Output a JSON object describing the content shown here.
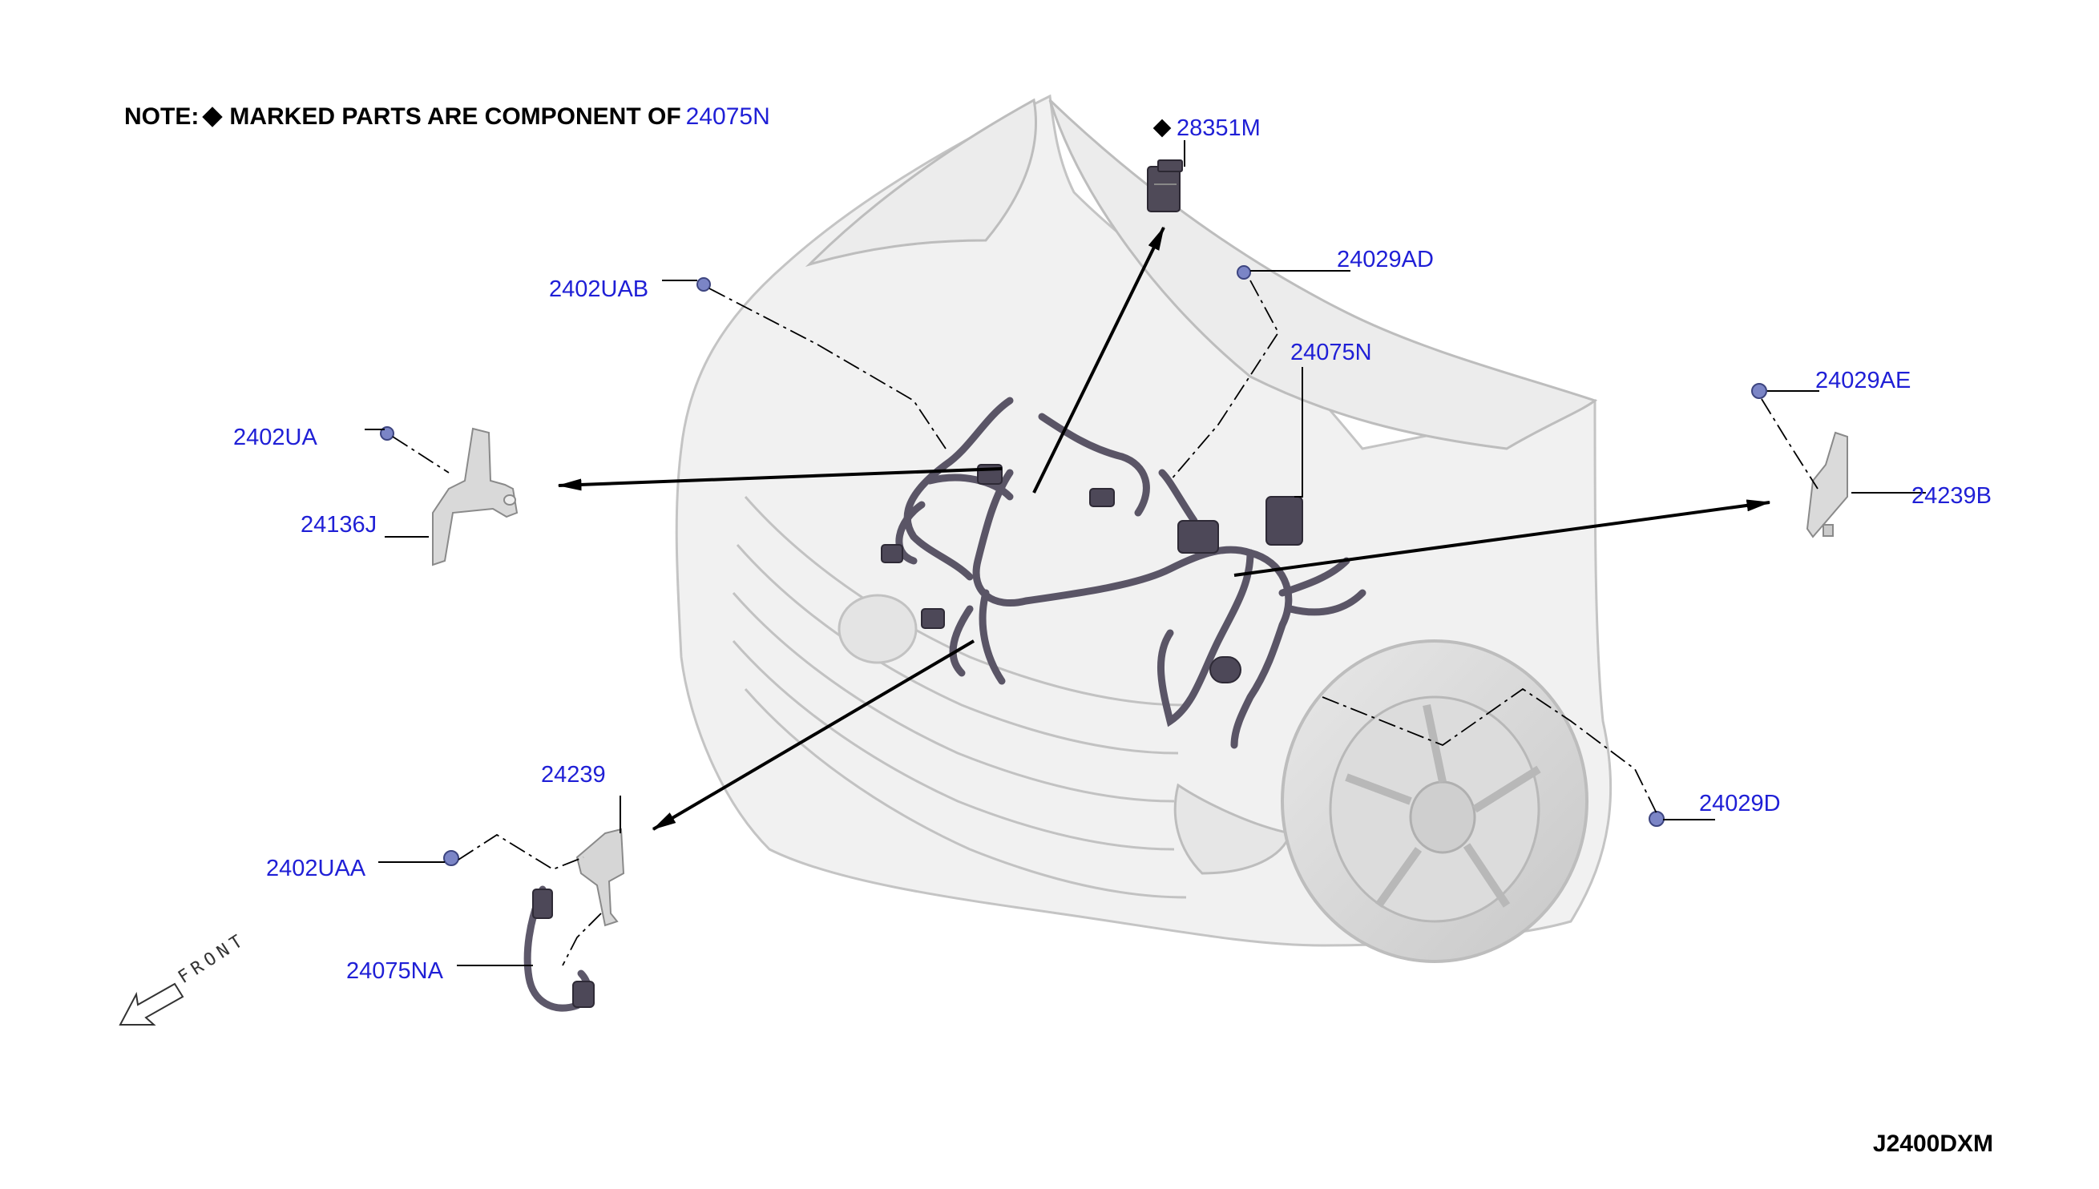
{
  "note": {
    "prefix": "NOTE:",
    "text": "MARKED PARTS ARE COMPONENT OF",
    "ref": "24075N"
  },
  "labels": {
    "p28351M": "28351M",
    "p24029AD": "24029AD",
    "p2402UAB": "2402UAB",
    "p24075N": "24075N",
    "p24029AE": "24029AE",
    "p2402UA": "2402UA",
    "p24239B": "24239B",
    "p24136J": "24136J",
    "p24239": "24239",
    "p24029D": "24029D",
    "p2402UAA": "2402UAA",
    "p24075NA": "24075NA"
  },
  "front_label": "FRONT",
  "diagram_code": "J2400DXM",
  "colors": {
    "part_label": "#1f1fd6",
    "text": "#000000",
    "vehicle_outline": "#c9c9c9",
    "harness": "#5a5566",
    "leader": "#000000"
  }
}
